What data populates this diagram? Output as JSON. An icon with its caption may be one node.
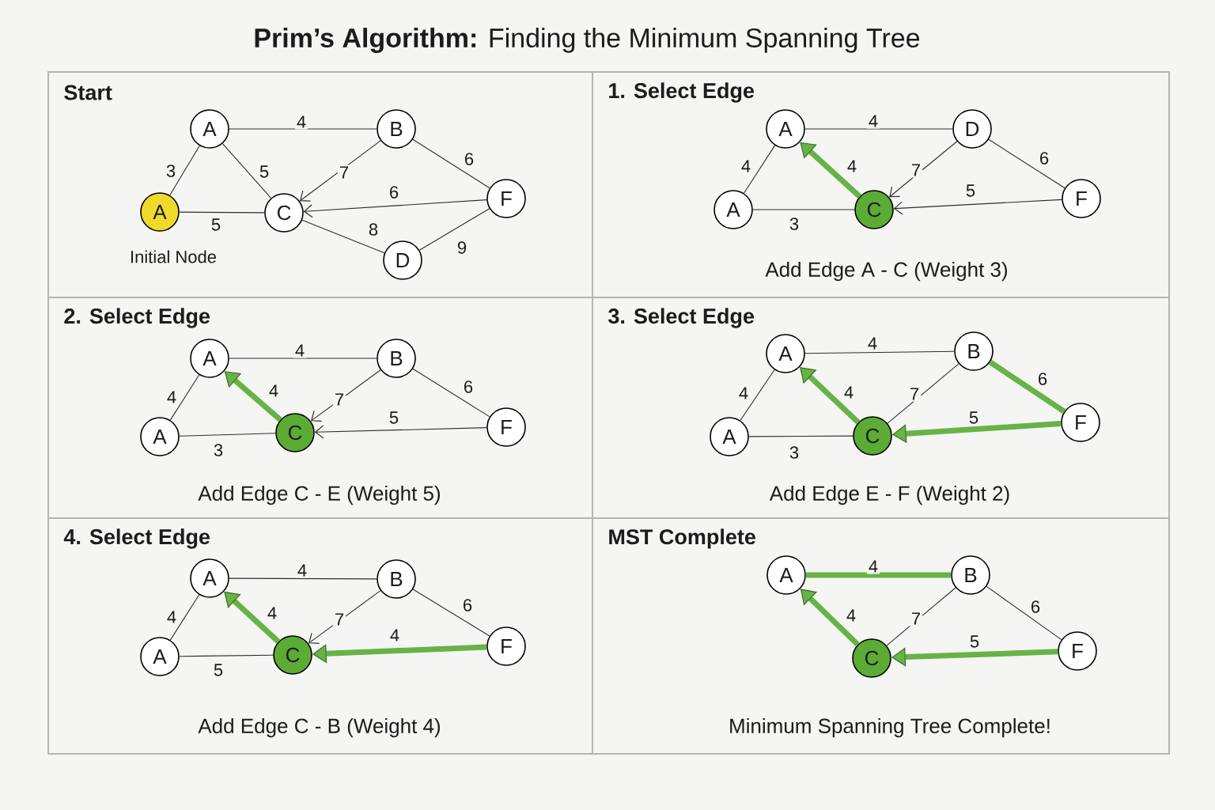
{
  "diagram": {
    "title": "**Prim’s Algorithm:** Finding the Minimum Spanning Tree",
    "nodes": [
      {
        "text": [
          "Start"
        ]
      },
      {
        "text": [
          "A"
        ],
        "in": 0
      },
      {
        "text": [
          "B"
        ],
        "in": 0
      },
      {
        "text": [
          "A"
        ],
        "in": 0,
        "beside": [
          "Initial Node"
        ]
      },
      {
        "text": [
          "C"
        ],
        "in": 0
      },
      {
        "text": [
          "F"
        ],
        "in": 0
      },
      {
        "text": [
          "D"
        ],
        "in": 0
      },
      {
        "text": [
          "1. Select Edge",
          "Add Edge A - C (Weight 3)"
        ]
      },
      {
        "text": [
          "A"
        ],
        "in": 7
      },
      {
        "text": [
          "D"
        ],
        "in": 7
      },
      {
        "text": [
          "A"
        ],
        "in": 7
      },
      {
        "text": [
          "C"
        ],
        "in": 7
      },
      {
        "text": [
          "F"
        ],
        "in": 7
      },
      {
        "text": [
          "2. Select Edge",
          "Add Edge C - E (Weight 5)"
        ]
      },
      {
        "text": [
          "A"
        ],
        "in": 13
      },
      {
        "text": [
          "B"
        ],
        "in": 13
      },
      {
        "text": [
          "A"
        ],
        "in": 13
      },
      {
        "text": [
          "C"
        ],
        "in": 13
      },
      {
        "text": [
          "F"
        ],
        "in": 13
      },
      {
        "text": [
          "3. Select Edge",
          "Add Edge E - F (Weight 2)"
        ]
      },
      {
        "text": [
          "A"
        ],
        "in": 19
      },
      {
        "text": [
          "B"
        ],
        "in": 19
      },
      {
        "text": [
          "A"
        ],
        "in": 19
      },
      {
        "text": [
          "C"
        ],
        "in": 19
      },
      {
        "text": [
          "F"
        ],
        "in": 19
      },
      {
        "text": [
          "4. Select Edge",
          "Add Edge C - B (Weight 4)"
        ]
      },
      {
        "text": [
          "A"
        ],
        "in": 25
      },
      {
        "text": [
          "B"
        ],
        "in": 25
      },
      {
        "text": [
          "A"
        ],
        "in": 25
      },
      {
        "text": [
          "C"
        ],
        "in": 25
      },
      {
        "text": [
          "F"
        ],
        "in": 25
      },
      {
        "text": [
          "MST Complete",
          "Minimum Spanning Tree Complete!"
        ]
      },
      {
        "text": [
          "A"
        ],
        "in": 31
      },
      {
        "text": [
          "B"
        ],
        "in": 31
      },
      {
        "text": [
          "C"
        ],
        "in": 31
      },
      {
        "text": [
          "F"
        ],
        "in": 31
      }
    ],
    "edges": [
      {
        "from": 1,
        "to": 2,
        "arrow": "none",
        "label": "4"
      },
      {
        "from": 3,
        "to": 1,
        "arrow": "none",
        "label": "3"
      },
      {
        "from": 1,
        "to": 4,
        "arrow": "none",
        "label": "5"
      },
      {
        "from": 3,
        "to": 4,
        "arrow": "none",
        "label": "5"
      },
      {
        "from": 2,
        "to": 4,
        "arrow": "to",
        "label": "7"
      },
      {
        "from": 5,
        "to": 4,
        "arrow": "to",
        "label": "6"
      },
      {
        "from": 4,
        "to": 6,
        "arrow": "none",
        "label": "8"
      },
      {
        "from": 6,
        "to": 5,
        "arrow": "none",
        "label": "9"
      },
      {
        "from": 2,
        "to": 5,
        "arrow": "none",
        "label": "6"
      },
      {
        "from": 8,
        "to": 9,
        "arrow": "none",
        "label": "4"
      },
      {
        "from": 10,
        "to": 8,
        "arrow": "none",
        "label": "4"
      },
      {
        "from": 11,
        "to": 8,
        "arrow": "to",
        "label": "4",
        "style": "thick",
        "color": "#67b346"
      },
      {
        "from": 10,
        "to": 11,
        "arrow": "none",
        "label": "3"
      },
      {
        "from": 9,
        "to": 11,
        "arrow": "to",
        "label": "7"
      },
      {
        "from": 12,
        "to": 11,
        "arrow": "to",
        "label": "5"
      },
      {
        "from": 9,
        "to": 12,
        "arrow": "none",
        "label": "6"
      },
      {
        "from": 14,
        "to": 15,
        "arrow": "none",
        "label": "4"
      },
      {
        "from": 16,
        "to": 14,
        "arrow": "none",
        "label": "4"
      },
      {
        "from": 17,
        "to": 14,
        "arrow": "to",
        "label": "4",
        "style": "thick",
        "color": "#67b346"
      },
      {
        "from": 16,
        "to": 17,
        "arrow": "none",
        "label": "3"
      },
      {
        "from": 15,
        "to": 17,
        "arrow": "to",
        "label": "7"
      },
      {
        "from": 18,
        "to": 17,
        "arrow": "to",
        "label": "5"
      },
      {
        "from": 15,
        "to": 18,
        "arrow": "none",
        "label": "6"
      },
      {
        "from": 20,
        "to": 21,
        "arrow": "none",
        "label": "4"
      },
      {
        "from": 22,
        "to": 20,
        "arrow": "none",
        "label": "4"
      },
      {
        "from": 23,
        "to": 20,
        "arrow": "to",
        "label": "4",
        "style": "thick",
        "color": "#67b346"
      },
      {
        "from": 22,
        "to": 23,
        "arrow": "none",
        "label": "3"
      },
      {
        "from": 21,
        "to": 23,
        "arrow": "none",
        "label": "7"
      },
      {
        "from": 24,
        "to": 23,
        "arrow": "to",
        "label": "5",
        "style": "thick",
        "color": "#67b346"
      },
      {
        "from": 21,
        "to": 24,
        "arrow": "none",
        "label": "6",
        "style": "thick",
        "color": "#67b346"
      },
      {
        "from": 26,
        "to": 27,
        "arrow": "none",
        "label": "4"
      },
      {
        "from": 28,
        "to": 26,
        "arrow": "none",
        "label": "4"
      },
      {
        "from": 29,
        "to": 26,
        "arrow": "to",
        "label": "4",
        "style": "thick",
        "color": "#67b346"
      },
      {
        "from": 28,
        "to": 29,
        "arrow": "none",
        "label": "5"
      },
      {
        "from": 27,
        "to": 29,
        "arrow": "to",
        "label": "7"
      },
      {
        "from": 30,
        "to": 29,
        "arrow": "to",
        "label": "4",
        "style": "thick",
        "color": "#67b346"
      },
      {
        "from": 27,
        "to": 30,
        "arrow": "none",
        "label": "6"
      },
      {
        "from": 32,
        "to": 33,
        "arrow": "none",
        "label": "4",
        "style": "thick",
        "color": "#67b346"
      },
      {
        "from": 34,
        "to": 32,
        "arrow": "to",
        "label": "4",
        "style": "thick",
        "color": "#67b346"
      },
      {
        "from": 33,
        "to": 34,
        "arrow": "none",
        "label": "7"
      },
      {
        "from": 35,
        "to": 34,
        "arrow": "to",
        "label": "5",
        "style": "thick",
        "color": "#67b346"
      },
      {
        "from": 33,
        "to": 35,
        "arrow": "none",
        "label": "6"
      }
    ]
  }
}
